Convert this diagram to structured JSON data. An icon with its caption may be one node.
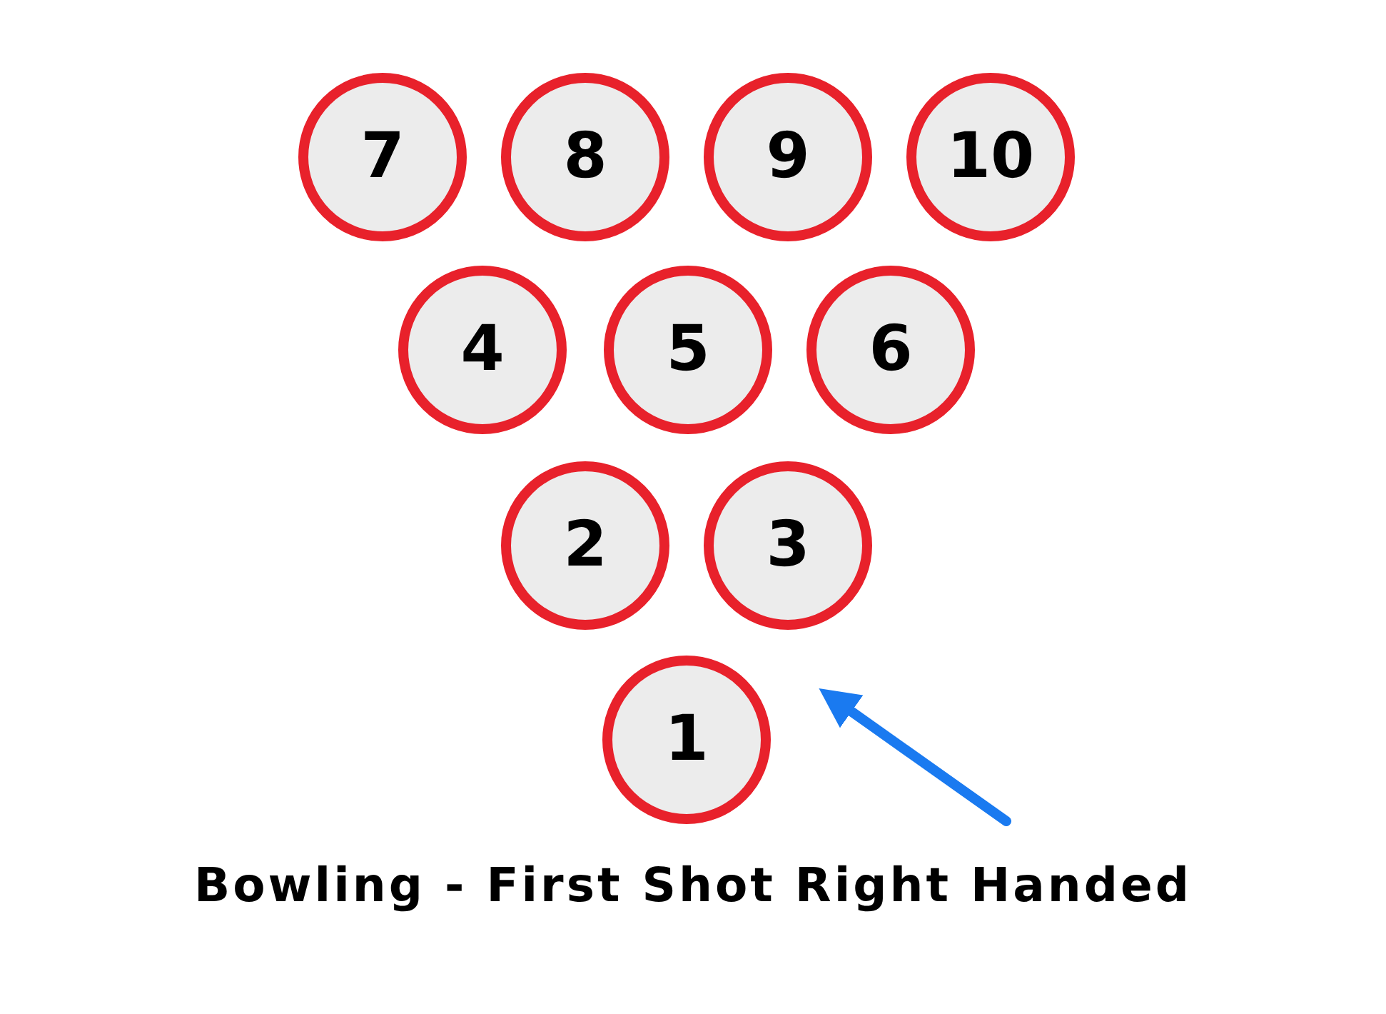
{
  "diagram": {
    "title": "Bowling - First Shot Right Handed",
    "nodes": [
      {
        "text": [
          "7"
        ]
      },
      {
        "text": [
          "8"
        ]
      },
      {
        "text": [
          "9"
        ]
      },
      {
        "text": [
          "10"
        ]
      },
      {
        "text": [
          "4"
        ]
      },
      {
        "text": [
          "5"
        ]
      },
      {
        "text": [
          "6"
        ]
      },
      {
        "text": [
          "2"
        ]
      },
      {
        "text": [
          "3"
        ]
      },
      {
        "text": [
          "1"
        ]
      }
    ],
    "edges": []
  }
}
